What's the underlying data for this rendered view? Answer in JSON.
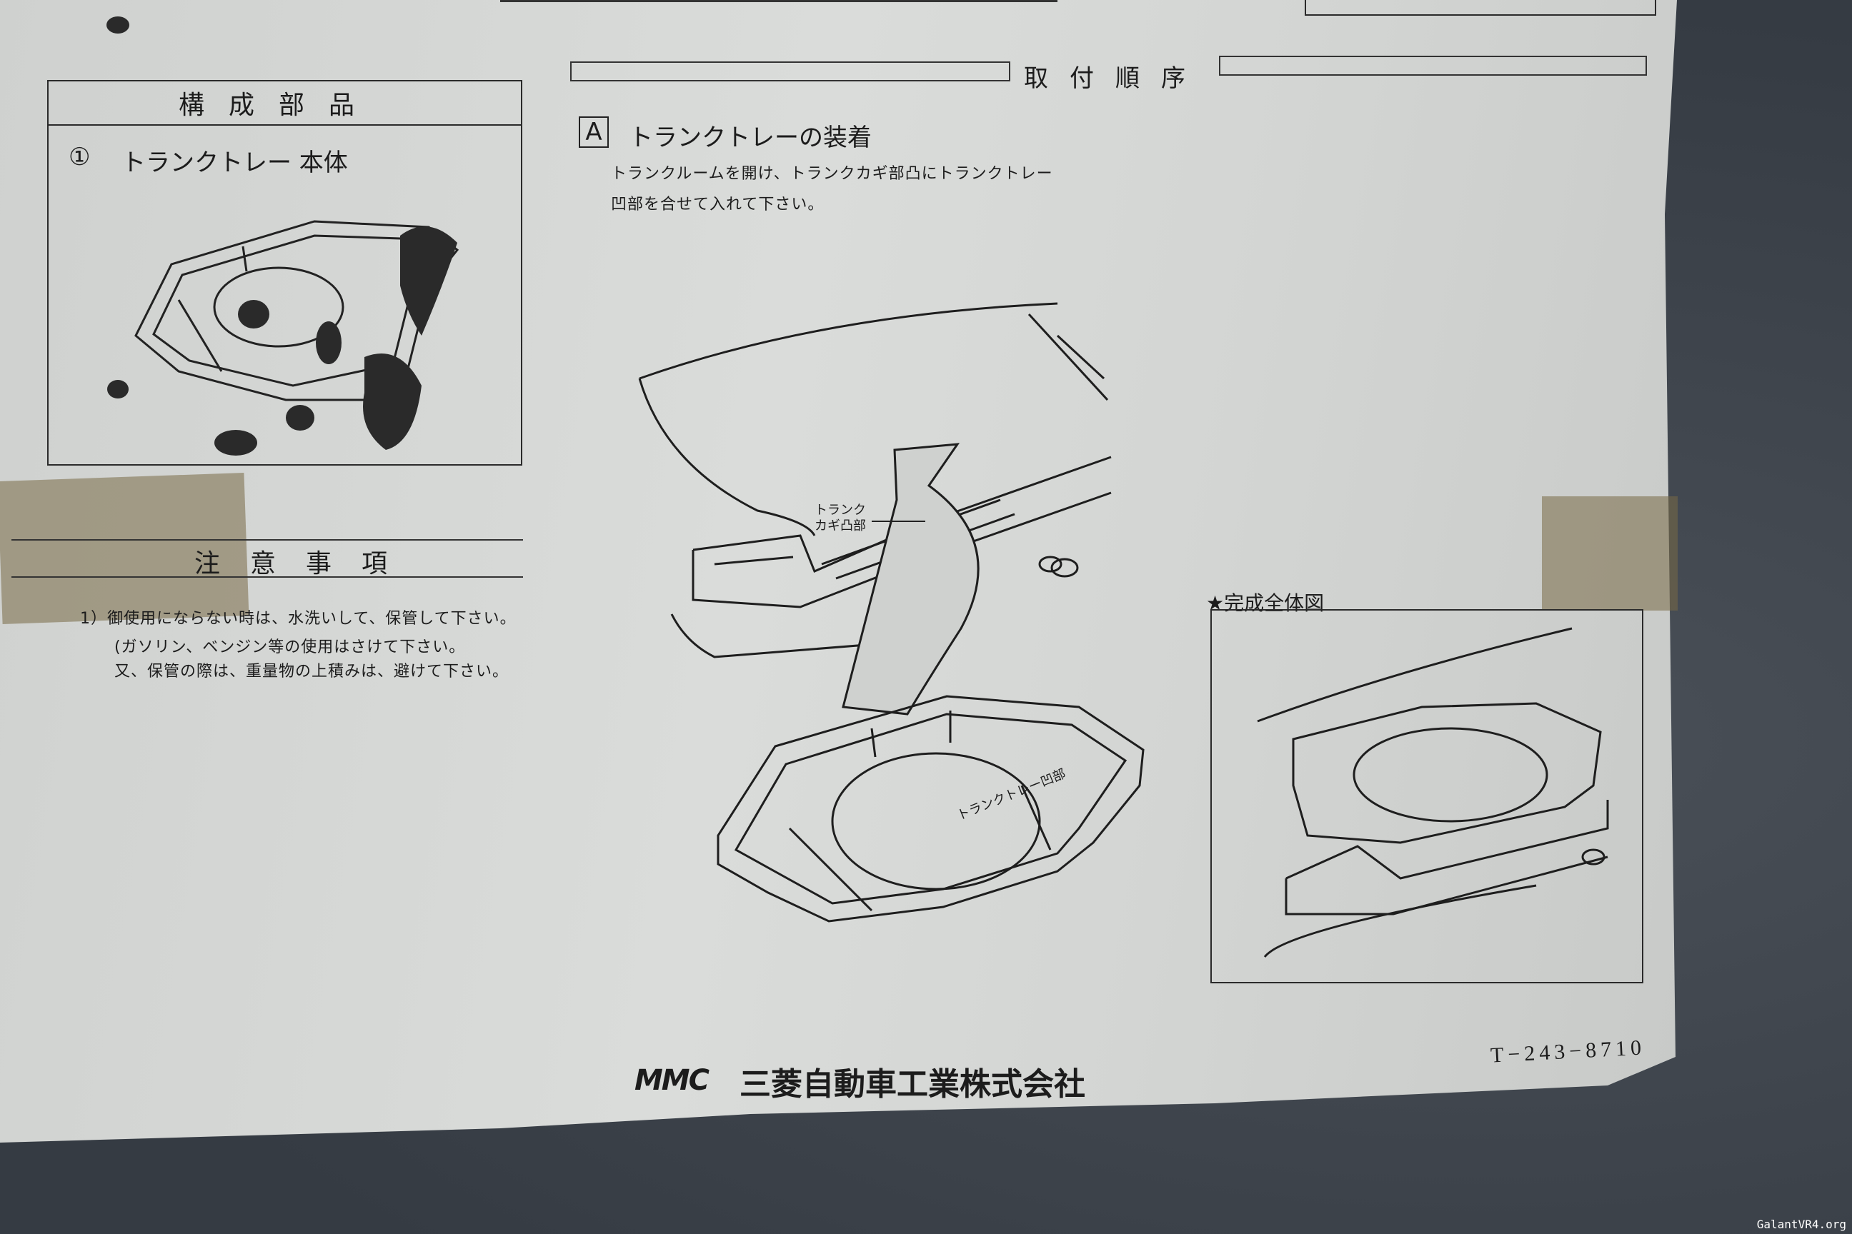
{
  "parts_section": {
    "title": "構成部品",
    "item_number": "①",
    "item_label": "トランクトレー 本体"
  },
  "caution_section": {
    "title": "注意事項",
    "lines": [
      "1）御使用にならない時は、水洗いして、保管して下さい。",
      "(ガソリン、ベンジン等の使用はさけて下さい。",
      "又、保管の際は、重量物の上積みは、避けて下さい。"
    ]
  },
  "procedure": {
    "title": "取付順序",
    "step_letter": "A",
    "step_title": "トランクトレーの装着",
    "step_lines": [
      "トランクルームを開け、トランクカギ部凸にトランクトレー",
      "凹部を合せて入れて下さい。"
    ],
    "callout_latch": [
      "トランク",
      "カギ凸部"
    ],
    "callout_tray": "トランクトレー凹部"
  },
  "completed_view": {
    "title": "★完成全体図"
  },
  "footer": {
    "logo": "MMC",
    "company": "三菱自動車工業株式会社",
    "doc_code": "T−243−8710"
  },
  "watermark": "GalantVR4.org"
}
